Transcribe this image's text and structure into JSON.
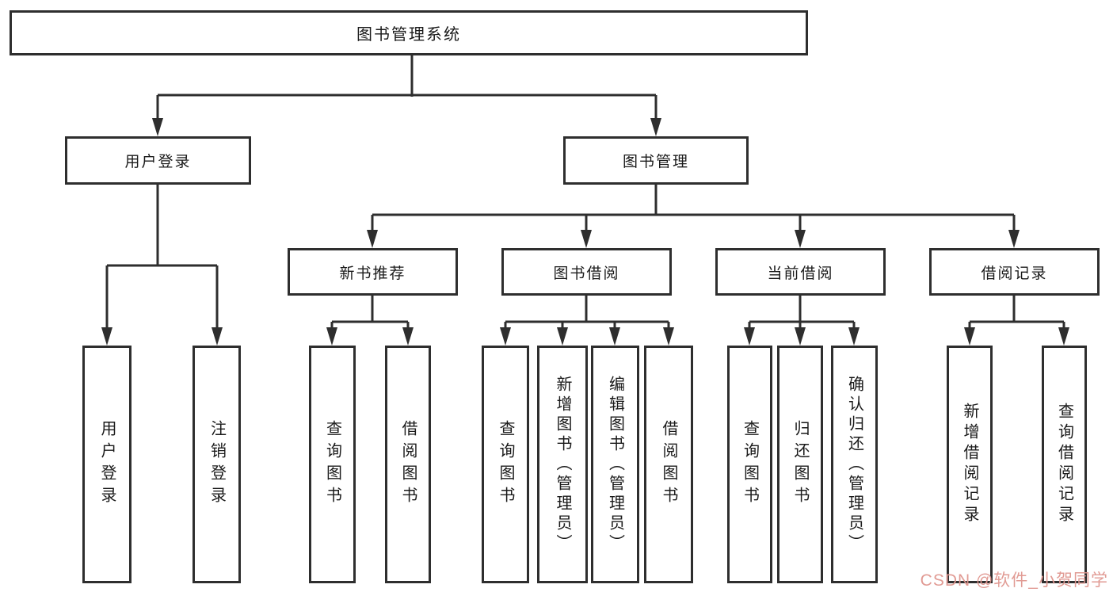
{
  "tree": {
    "root": {
      "label": "图书管理系统"
    },
    "user_login": {
      "label": "用户登录",
      "children": [
        {
          "label": "用户登录"
        },
        {
          "label": "注销登录"
        }
      ]
    },
    "book_management": {
      "label": "图书管理",
      "children": [
        {
          "label": "新书推荐",
          "children": [
            {
              "label": "查询图书"
            },
            {
              "label": "借阅图书"
            }
          ]
        },
        {
          "label": "图书借阅",
          "children": [
            {
              "label": "查询图书"
            },
            {
              "label": "新增图书（管理员）"
            },
            {
              "label": "编辑图书（管理员）"
            },
            {
              "label": "借阅图书"
            }
          ]
        },
        {
          "label": "当前借阅",
          "children": [
            {
              "label": "查询图书"
            },
            {
              "label": "归还图书"
            },
            {
              "label": "确认归还（管理员）"
            }
          ]
        },
        {
          "label": "借阅记录",
          "children": [
            {
              "label": "新增借阅记录"
            },
            {
              "label": "查询借阅记录"
            }
          ]
        }
      ]
    }
  },
  "watermark": "CSDN @软件_小贺同学",
  "colors": {
    "line": "#2e2e2e",
    "text": "#1a1a1a",
    "watermark": "#e0968f",
    "background": "#ffffff"
  }
}
